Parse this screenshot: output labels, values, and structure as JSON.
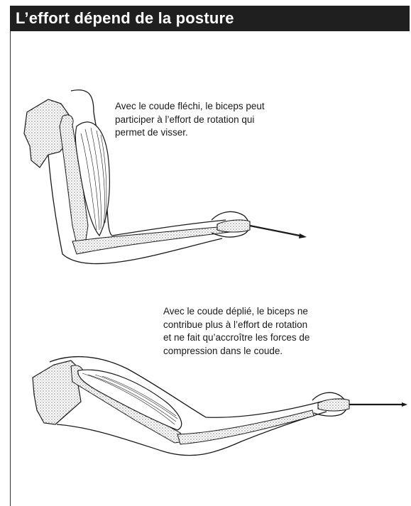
{
  "header": {
    "title": "L’effort dépend de la posture"
  },
  "captions": {
    "flexed": {
      "lines": [
        "Avec le coude fléchi, le biceps peut",
        "participer à l’effort de rotation qui",
        "permet de visser."
      ]
    },
    "extended": {
      "lines": [
        "Avec le coude déplié, le biceps ne",
        "contribue plus à l’effort de rotation",
        "et ne fait qu’accroître les forces de",
        "compression dans le coude."
      ]
    }
  },
  "colors": {
    "title_bg": "#1f1f1f",
    "title_fg": "#ffffff",
    "line": "#1a1a1a"
  },
  "figures": {
    "flexed": {
      "icon": "flexed-arm-with-screwdriver"
    },
    "extended": {
      "icon": "extended-arm-with-screwdriver"
    }
  }
}
